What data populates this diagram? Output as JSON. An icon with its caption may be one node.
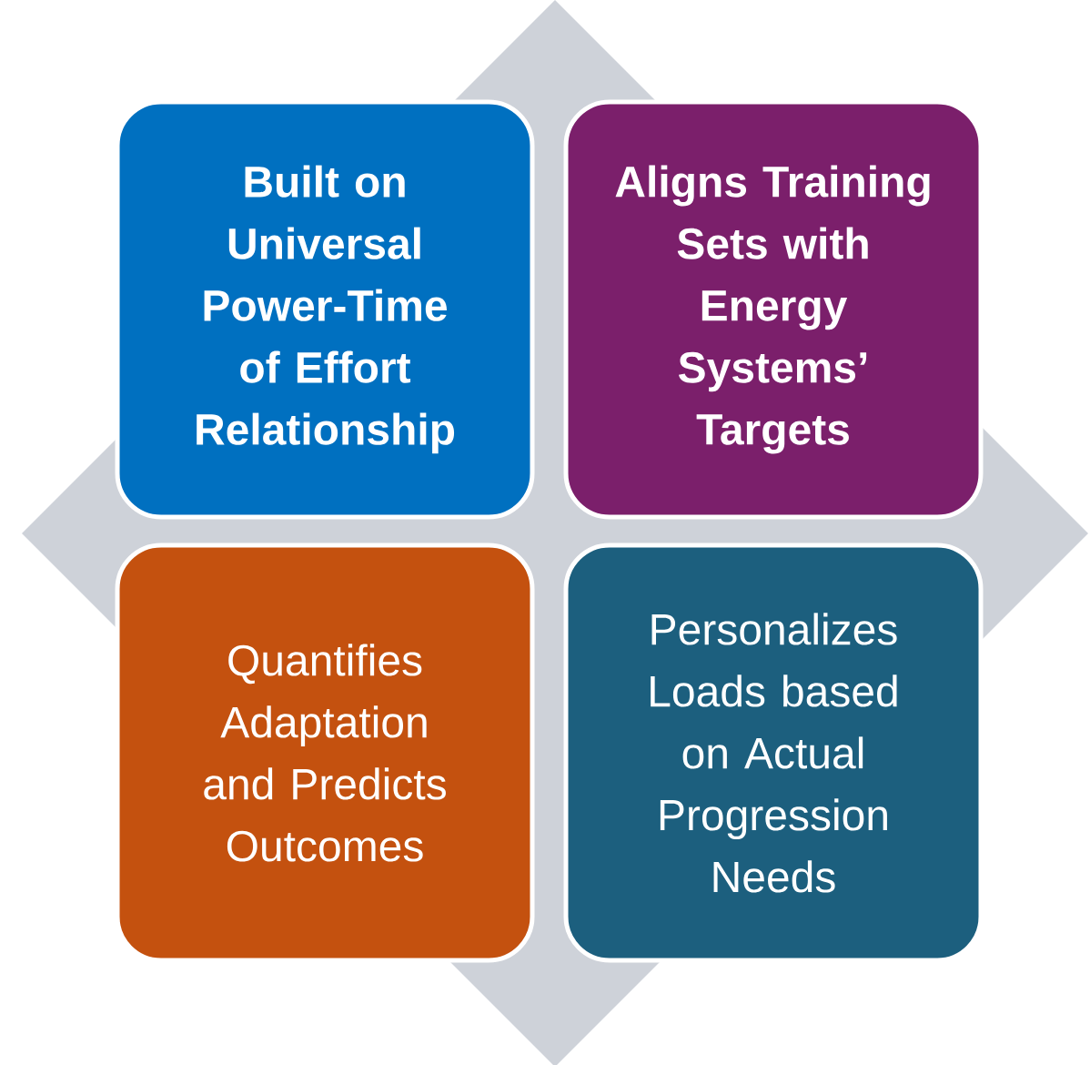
{
  "diagram": {
    "nodes": [
      {
        "text": [
          "Built on Universal Power-Time of Effort Relationship"
        ]
      },
      {
        "text": [
          "Aligns Training Sets with Energy Systems’ Targets"
        ]
      },
      {
        "text": [
          "Quantifies Adaptation and Predicts Outcomes"
        ]
      },
      {
        "text": [
          "Personalizes Loads based on Actual Progression Needs"
        ]
      }
    ]
  }
}
